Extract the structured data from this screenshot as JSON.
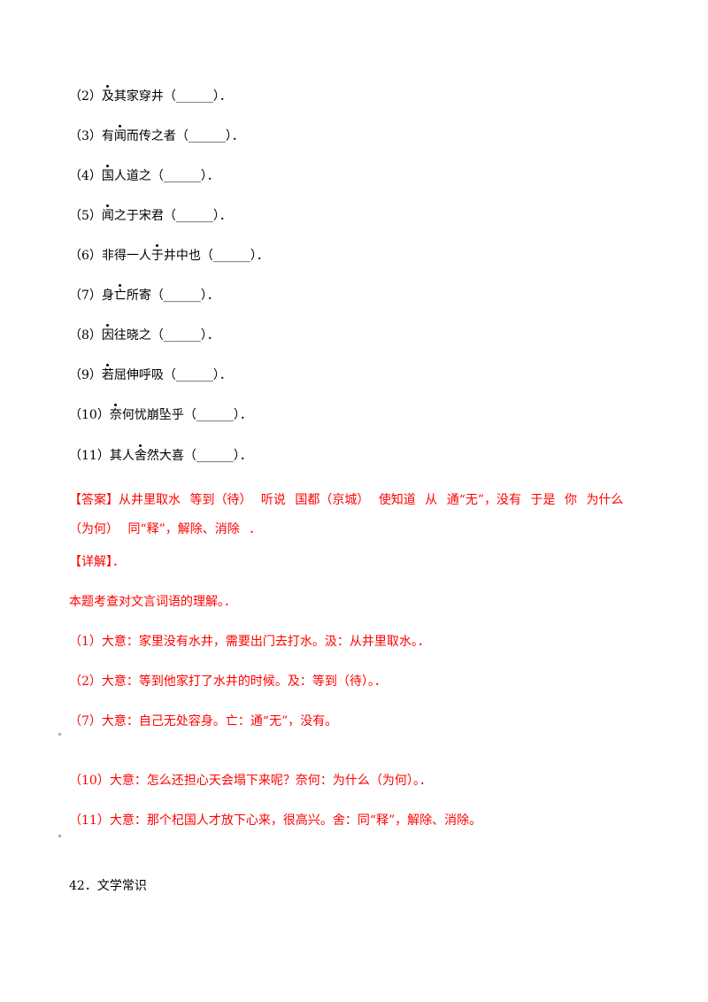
{
  "questions": [
    {
      "num": "（2）",
      "pre": "",
      "dot": "及",
      "post": "其家穿井（______）．"
    },
    {
      "num": "（3）",
      "pre": "有",
      "dot": "闻",
      "post": "而传之者（______）．"
    },
    {
      "num": "（4）",
      "pre": "",
      "dot": "国",
      "post": "人道之（______）．"
    },
    {
      "num": "（5）",
      "pre": "",
      "dot": "闻",
      "post": "之于宋君（______）．"
    },
    {
      "num": "（6）",
      "pre": "非得一人",
      "dot": "于",
      "post": "井中也（______）．"
    },
    {
      "num": "（7）",
      "pre": "身",
      "dot": "亡",
      "post": "所寄（______）．"
    },
    {
      "num": "（8）",
      "pre": "",
      "dot": "因",
      "post": "往晓之（______）．"
    },
    {
      "num": "（9）",
      "pre": "",
      "dot": "若",
      "post": "屈伸呼吸（______）．"
    },
    {
      "num": "（10）",
      "pre": "",
      "dot": "奈",
      "post": "何忧崩坠乎（______）．"
    },
    {
      "num": "（11）",
      "pre": "其人",
      "dot": "舍",
      "post": "然大喜（______）．"
    }
  ],
  "answer": {
    "label": "【答案】",
    "items": [
      "从井里取水",
      "等到（待）",
      "听说",
      "国都（京城）",
      "使知道",
      "从",
      "通“无”，没有",
      "于是",
      "你",
      "为什么（为何）",
      "同“释”，解除、消除",
      "．"
    ]
  },
  "detail": {
    "label": "【详解】",
    "label_tail": "．",
    "intro": "本题考查对文言词语的理解。．",
    "lines": [
      "（1）大意：家里没有水井，需要出门去打水。汲：从井里取水。．",
      "（2）大意：等到他家打了水井的时候。及：等到（待）。．",
      "（7）大意：自己无处容身。亡：通“无”，没有。",
      "（10）大意：怎么还担心天会塌下来呢？奈何：为什么（为何）。．",
      "（11）大意：那个杞国人才放下心来，很高兴。舍：同“释”，解除、消除。"
    ]
  },
  "next_question": "42．文学常识"
}
